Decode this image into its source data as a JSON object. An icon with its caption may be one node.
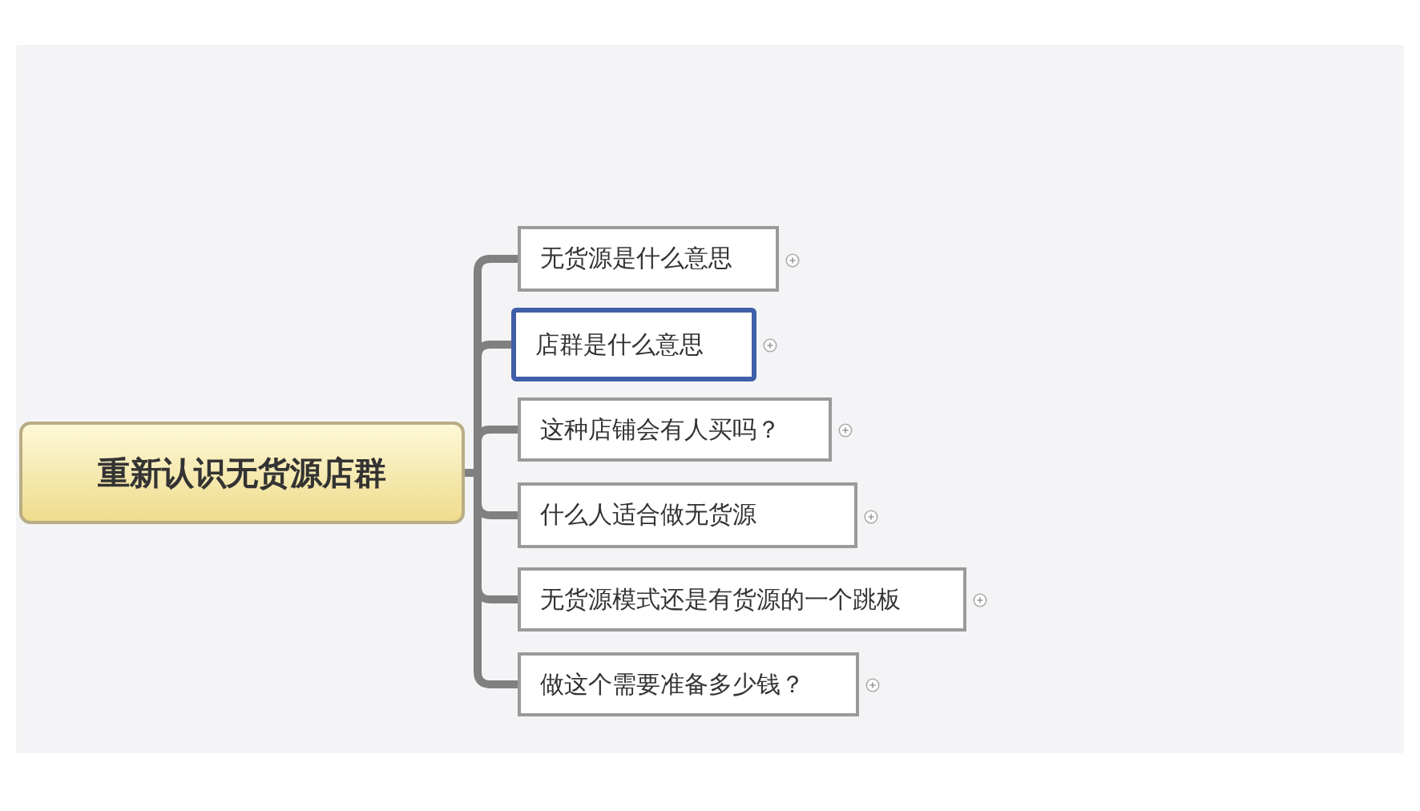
{
  "diagram": {
    "nodes": [
      {
        "text": [
          "重新认识无货源店群"
        ]
      },
      {
        "text": [
          "无货源是什么意思"
        ]
      },
      {
        "text": [
          "店群是什么意思"
        ]
      },
      {
        "text": [
          "这种店铺会有人买吗？"
        ]
      },
      {
        "text": [
          "什么人适合做无货源"
        ]
      },
      {
        "text": [
          "无货源模式还是有货源的一个跳板"
        ]
      },
      {
        "text": [
          "做这个需要准备多少钱？"
        ]
      }
    ],
    "edges": [
      {
        "from": 0,
        "to": 1,
        "arrow": "none"
      },
      {
        "from": 0,
        "to": 2,
        "arrow": "none"
      },
      {
        "from": 0,
        "to": 3,
        "arrow": "none"
      },
      {
        "from": 0,
        "to": 4,
        "arrow": "none"
      },
      {
        "from": 0,
        "to": 5,
        "arrow": "none"
      },
      {
        "from": 0,
        "to": 6,
        "arrow": "none"
      }
    ]
  }
}
